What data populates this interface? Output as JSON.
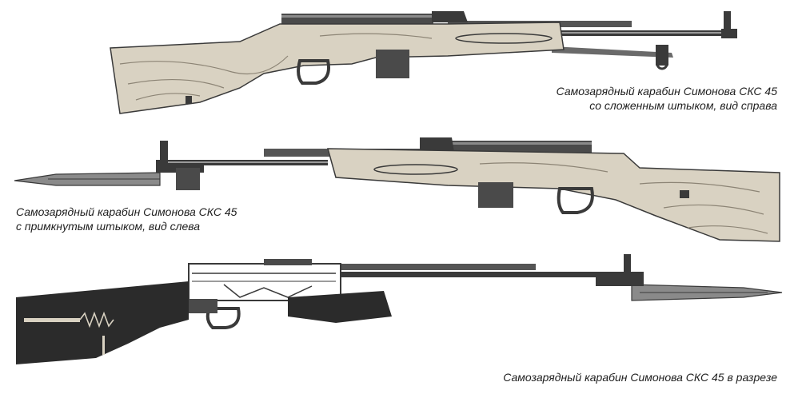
{
  "illustrations": [
    {
      "caption_lines": [
        "Самозарядный карабин Симонова СКС 45",
        "со сложенным штыком, вид справа"
      ]
    },
    {
      "caption_lines": [
        "Самозарядный карабин Симонова СКС 45",
        "с примкнутым штыком, вид слева"
      ]
    },
    {
      "caption_lines": [
        "Самозарядный карабин Симонова СКС 45 в разрезе"
      ]
    }
  ],
  "colors": {
    "background": "#ffffff",
    "wood": "#d9d2c2",
    "wood_grain": "#8c8475",
    "metal": "#3a3a3a",
    "metal_light": "#9a9a9a",
    "cutaway_stock": "#2b2b2b",
    "text": "#1e1e1e"
  }
}
